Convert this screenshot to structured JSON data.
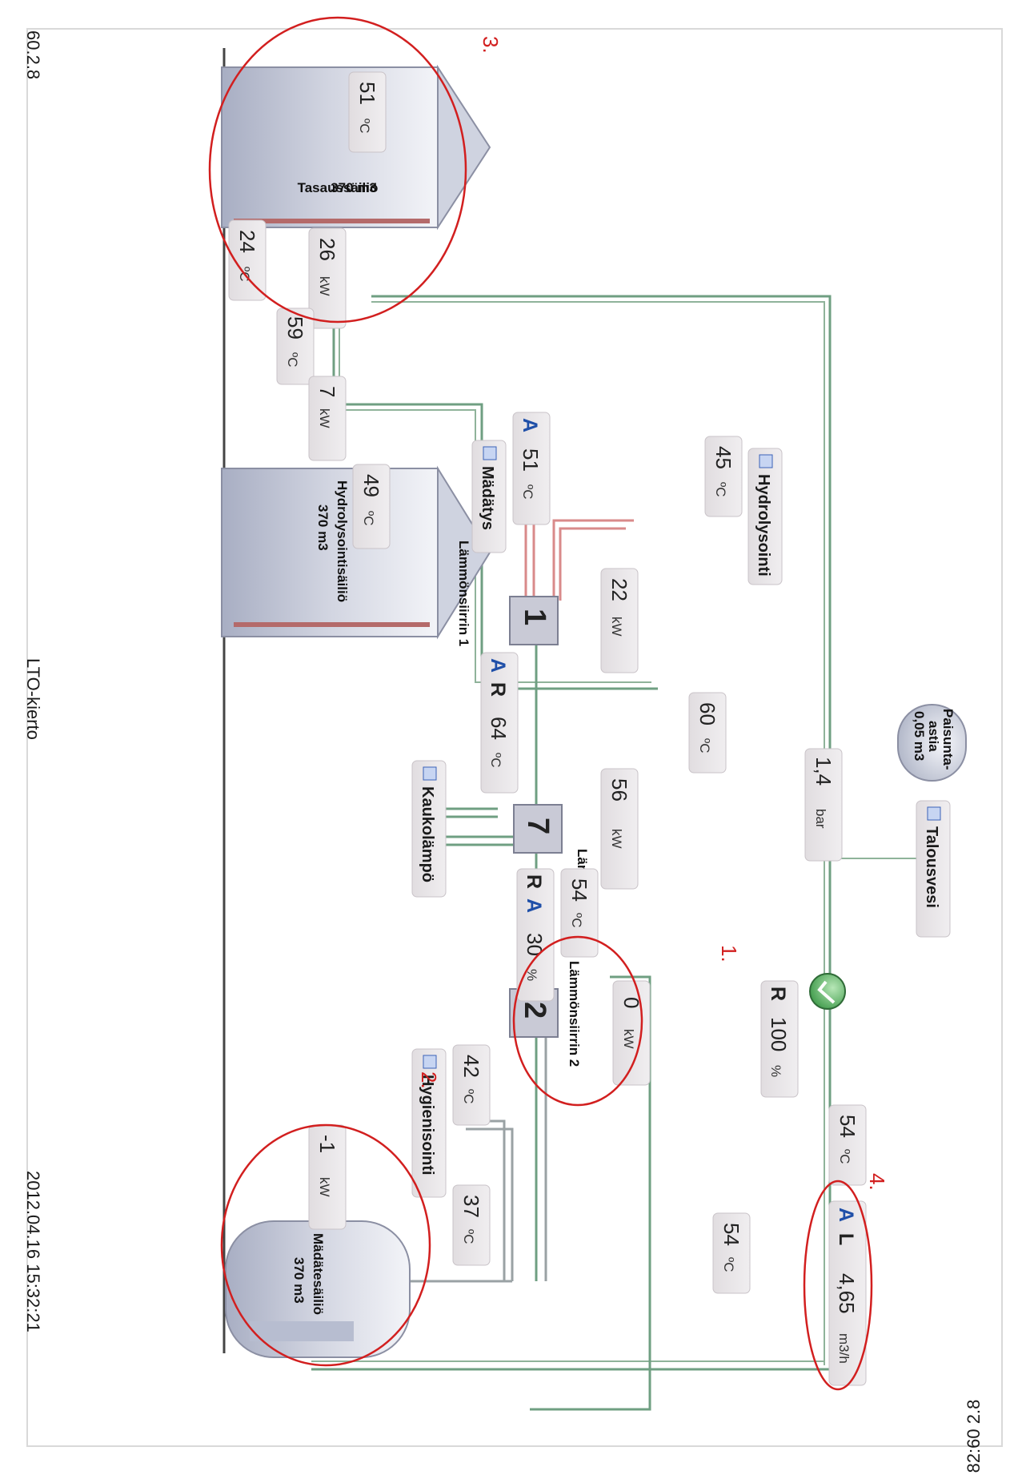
{
  "header": {
    "page_number": "60.2.8",
    "page_title": "LTO-kierto",
    "timestamp": "2012.04.16 15:32:21",
    "footer_code": "gd 82:60 2.8"
  },
  "markers": {
    "m1": "1.",
    "m2": "2.",
    "m3": "3.",
    "m4": "4."
  },
  "tanks": {
    "tasaus": {
      "name": "Tasaussäiliö",
      "volume": "370 m3"
    },
    "hydrolyysi": {
      "name": "Hydrolysointisäiliö",
      "volume": "370 m3"
    },
    "madate": {
      "name": "Mädätesäiliö",
      "volume": "370 m3"
    },
    "paisunta": {
      "name_line1": "Paisunta-",
      "name_line2": "astia",
      "volume": "0,05 m3"
    }
  },
  "exchangers": {
    "hx1": {
      "label": "Lämmönsiirrin 1",
      "number": "1"
    },
    "hx7": {
      "label": "Lämmönsiirrin 7",
      "number": "7"
    },
    "hx2": {
      "label": "Lämmönsiirrin 2",
      "number": "2"
    }
  },
  "circuits": {
    "hydrolysointi": "Hydrolysointi",
    "madatys": "Mädätys",
    "kaukolampo": "Kaukolämpö",
    "hygienisointi": "Hygienisointi",
    "talousvesi": "Talousvesi"
  },
  "readings": {
    "tasaus_temp": {
      "value": "51",
      "unit": "ºC"
    },
    "tasaus_in_temp": {
      "value": "24",
      "unit": "ºC"
    },
    "tasaus_power": {
      "value": "26",
      "unit": "kW"
    },
    "tasaus_out_temp": {
      "value": "59",
      "unit": "ºC"
    },
    "hydro_power": {
      "value": "7",
      "unit": "kW"
    },
    "hydro_temp": {
      "value": "49",
      "unit": "ºC"
    },
    "hydrolysointi_temp": {
      "value": "45",
      "unit": "ºC"
    },
    "madatys_temp": {
      "value": "51",
      "unit": "ºC",
      "mode": "A"
    },
    "hx1_power": {
      "value": "22",
      "unit": "kW"
    },
    "hx1_return_temp": {
      "value": "60",
      "unit": "ºC"
    },
    "hx1_supply_temp": {
      "value": "64",
      "unit": "ºC",
      "mode1": "A",
      "mode2": "R"
    },
    "paisunta_pressure": {
      "value": "1,4",
      "unit": "bar"
    },
    "hx7_power": {
      "value": "56",
      "unit": "kW"
    },
    "hx7_out_temp": {
      "value": "54",
      "unit": "ºC"
    },
    "kauko_valve": {
      "value": "30",
      "unit": "%",
      "mode1": "R",
      "mode2": "A"
    },
    "pump_speed": {
      "value": "100",
      "unit": "%",
      "mode": "R"
    },
    "hx2_power": {
      "value": "0",
      "unit": "kW"
    },
    "hyg_temp1": {
      "value": "42",
      "unit": "ºC"
    },
    "hyg_temp2": {
      "value": "37",
      "unit": "ºC"
    },
    "madate_power": {
      "value": "-1",
      "unit": "kW"
    },
    "return_temp": {
      "value": "54",
      "unit": "ºC"
    },
    "pump_out_temp": {
      "value": "54",
      "unit": "ºC"
    },
    "flow": {
      "value": "4,65",
      "unit": "m3/h",
      "mode1": "A",
      "mode2": "L"
    }
  },
  "icons": {
    "tag": "square-tag-icon",
    "pump": "pump-icon",
    "heat_exchanger": "heat-exchanger-icon"
  },
  "colors": {
    "pipe_green": "#6f9f82",
    "pipe_red": "#d98a8a",
    "marker_red": "#d21f1f",
    "mode_blue": "#1f4fa8"
  }
}
